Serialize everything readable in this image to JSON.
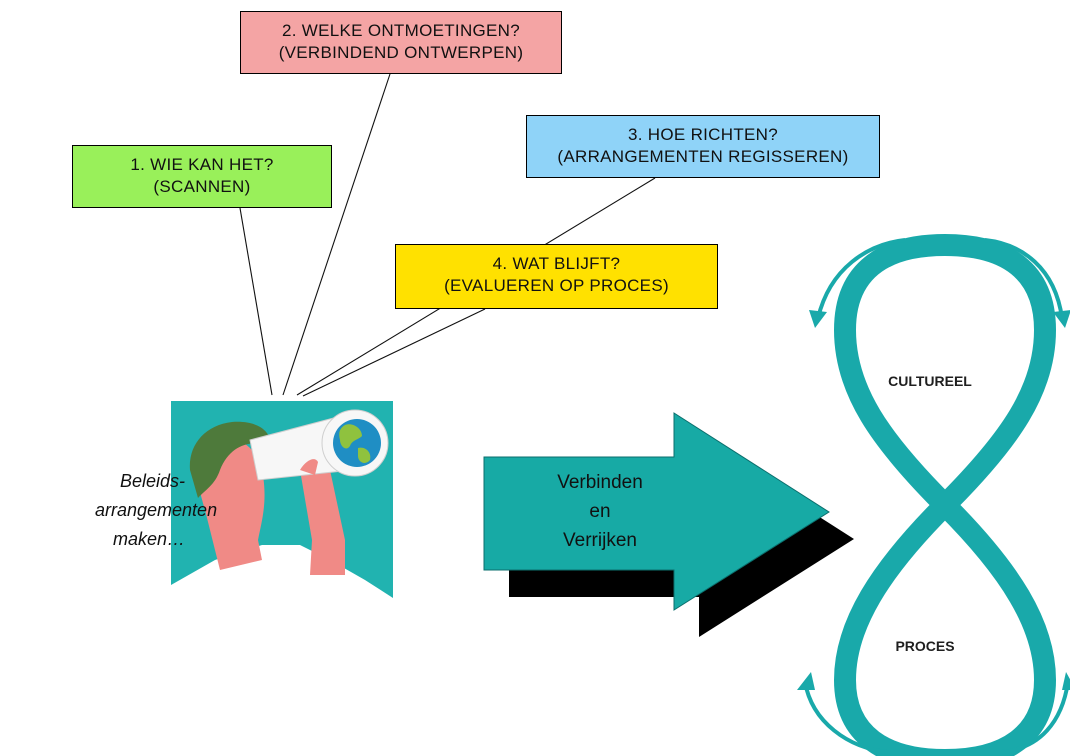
{
  "boxes": {
    "welke": {
      "line1": "2. WELKE ONTMOETINGEN?",
      "line2": "(VERBINDEND ONTWERPEN)",
      "color": "#f4a4a4"
    },
    "wie": {
      "line1": "1. WIE KAN HET?",
      "line2": "(SCANNEN)",
      "color": "#99f05a"
    },
    "hoe": {
      "line1": "3. HOE RICHTEN?",
      "line2": "(ARRANGEMENTEN REGISSEREN)",
      "color": "#8fd3f8"
    },
    "wat": {
      "line1": "4. WAT BLIJFT?",
      "line2": "(EVALUEREN OP PROCES)",
      "color": "#ffe100"
    }
  },
  "side_label": {
    "line1": "Beleids-",
    "line2": "arrangementen",
    "line3": "maken…"
  },
  "arrow": {
    "line1": "Verbinden",
    "line2": "en",
    "line3": "Verrijken",
    "color": "#17aaa5"
  },
  "loop": {
    "top_label": "CULTUREEL",
    "bottom_label": "PROCES",
    "color": "#19a9aa"
  },
  "image": {
    "icon": "person-with-telescope-icon",
    "background": "#21b3b0"
  }
}
